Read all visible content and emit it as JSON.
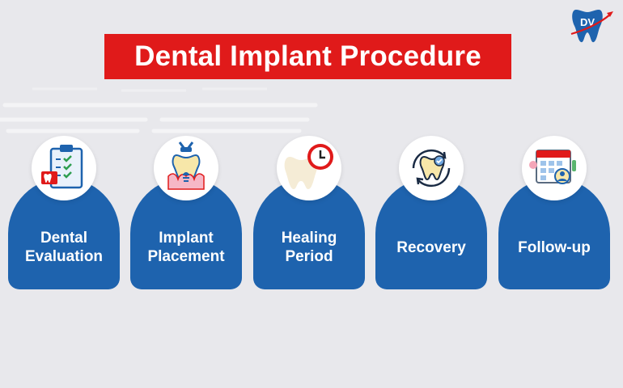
{
  "logo": {
    "text": "DV",
    "brand_color": "#1e63ae",
    "accent_color": "#e01a1a"
  },
  "title": "Dental Implant Procedure",
  "colors": {
    "background": "#e8e8ec",
    "title_bar": "#e01a1a",
    "card": "#1e63ae",
    "icon_circle": "#ffffff"
  },
  "steps": [
    {
      "label": "Dental\nEvaluation",
      "icon": "clipboard-tooth-icon"
    },
    {
      "label": "Implant\nPlacement",
      "icon": "implant-tooth-icon"
    },
    {
      "label": "Healing\nPeriod",
      "icon": "tooth-clock-icon"
    },
    {
      "label": "Recovery",
      "icon": "tooth-recovery-icon"
    },
    {
      "label": "Follow-up",
      "icon": "calendar-dentist-icon"
    }
  ]
}
